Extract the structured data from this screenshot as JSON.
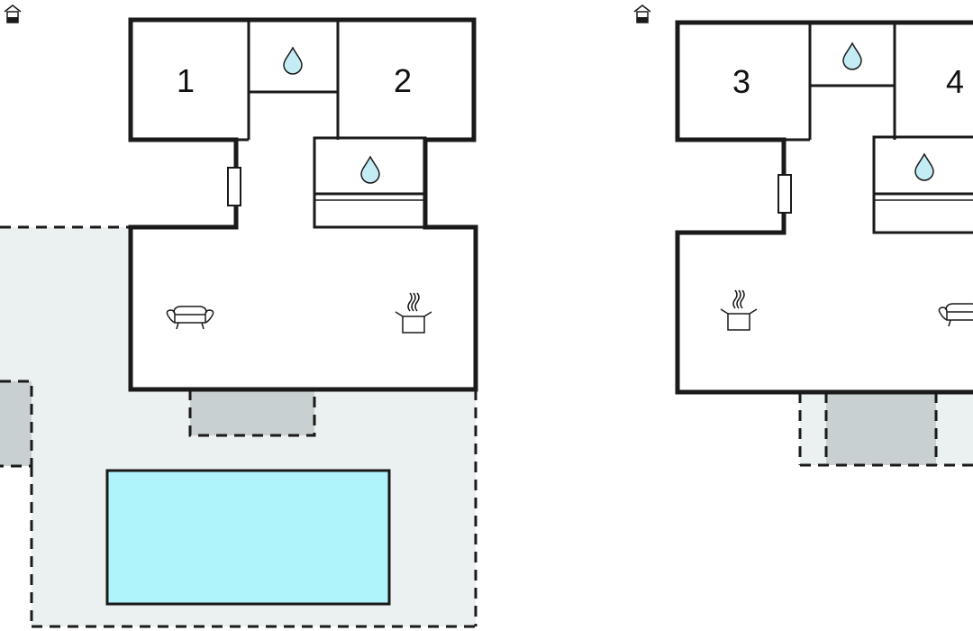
{
  "plan": {
    "rooms": [
      "1",
      "2",
      "3",
      "4"
    ]
  },
  "colors": {
    "terrace": "#ebf0f0",
    "covered_terrace": "#c9d0d1",
    "pool": "#b0f4fb",
    "water_drop": "#c4ecf5",
    "wall": "#1a1a1a"
  },
  "icons": {
    "floor_marker": "house-floor-icon",
    "bathroom": "water-drop-icon",
    "living_room": "sofa-icon",
    "kitchen": "cooking-pot-icon",
    "door": "door-icon"
  }
}
